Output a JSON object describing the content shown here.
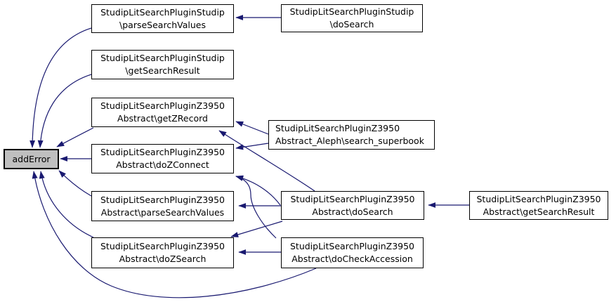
{
  "diagram": {
    "kind": "caller-graph",
    "background_color": "#ffffff",
    "edge_color": "#191970",
    "node_fill": "#ffffff",
    "node_border_color": "#000000",
    "highlighted_node_fill": "#bfbfbf"
  },
  "nodes": [
    {
      "id": "addError",
      "line1": "addError",
      "line2": "",
      "highlighted": true
    },
    {
      "id": "studip-parseSearchValues",
      "line1": "StudipLitSearchPluginStudip",
      "line2": "\\parseSearchValues"
    },
    {
      "id": "studip-doSearch",
      "line1": "StudipLitSearchPluginStudip",
      "line2": "\\doSearch"
    },
    {
      "id": "studip-getSearchResult",
      "line1": "StudipLitSearchPluginStudip",
      "line2": "\\getSearchResult"
    },
    {
      "id": "z3950-getZRecord",
      "line1": "StudipLitSearchPluginZ3950",
      "line2": "Abstract\\getZRecord"
    },
    {
      "id": "aleph-search_superbook",
      "line1": "StudipLitSearchPluginZ3950",
      "line2": "Abstract_Aleph\\search_superbook"
    },
    {
      "id": "z3950-doZConnect",
      "line1": "StudipLitSearchPluginZ3950",
      "line2": "Abstract\\doZConnect"
    },
    {
      "id": "z3950-parseSearchValues",
      "line1": "StudipLitSearchPluginZ3950",
      "line2": "Abstract\\parseSearchValues"
    },
    {
      "id": "z3950-doSearch",
      "line1": "StudipLitSearchPluginZ3950",
      "line2": "Abstract\\doSearch"
    },
    {
      "id": "z3950-getSearchResult",
      "line1": "StudipLitSearchPluginZ3950",
      "line2": "Abstract\\getSearchResult"
    },
    {
      "id": "z3950-doZSearch",
      "line1": "StudipLitSearchPluginZ3950",
      "line2": "Abstract\\doZSearch"
    },
    {
      "id": "z3950-doCheckAccession",
      "line1": "StudipLitSearchPluginZ3950",
      "line2": "Abstract\\doCheckAccession"
    }
  ],
  "edges": [
    {
      "from": "studip-parseSearchValues",
      "to": "addError"
    },
    {
      "from": "studip-getSearchResult",
      "to": "addError"
    },
    {
      "from": "z3950-getZRecord",
      "to": "addError"
    },
    {
      "from": "z3950-doZConnect",
      "to": "addError"
    },
    {
      "from": "z3950-parseSearchValues",
      "to": "addError"
    },
    {
      "from": "z3950-doZSearch",
      "to": "addError"
    },
    {
      "from": "z3950-doCheckAccession",
      "to": "addError"
    },
    {
      "from": "studip-doSearch",
      "to": "studip-parseSearchValues"
    },
    {
      "from": "aleph-search_superbook",
      "to": "z3950-getZRecord"
    },
    {
      "from": "z3950-doSearch",
      "to": "z3950-getZRecord"
    },
    {
      "from": "aleph-search_superbook",
      "to": "z3950-doZConnect"
    },
    {
      "from": "z3950-doSearch",
      "to": "z3950-doZConnect"
    },
    {
      "from": "z3950-doCheckAccession",
      "to": "z3950-doZConnect"
    },
    {
      "from": "z3950-doSearch",
      "to": "z3950-parseSearchValues"
    },
    {
      "from": "z3950-doSearch",
      "to": "z3950-doZSearch"
    },
    {
      "from": "z3950-doCheckAccession",
      "to": "z3950-doZSearch"
    },
    {
      "from": "z3950-getSearchResult",
      "to": "z3950-doSearch"
    }
  ]
}
